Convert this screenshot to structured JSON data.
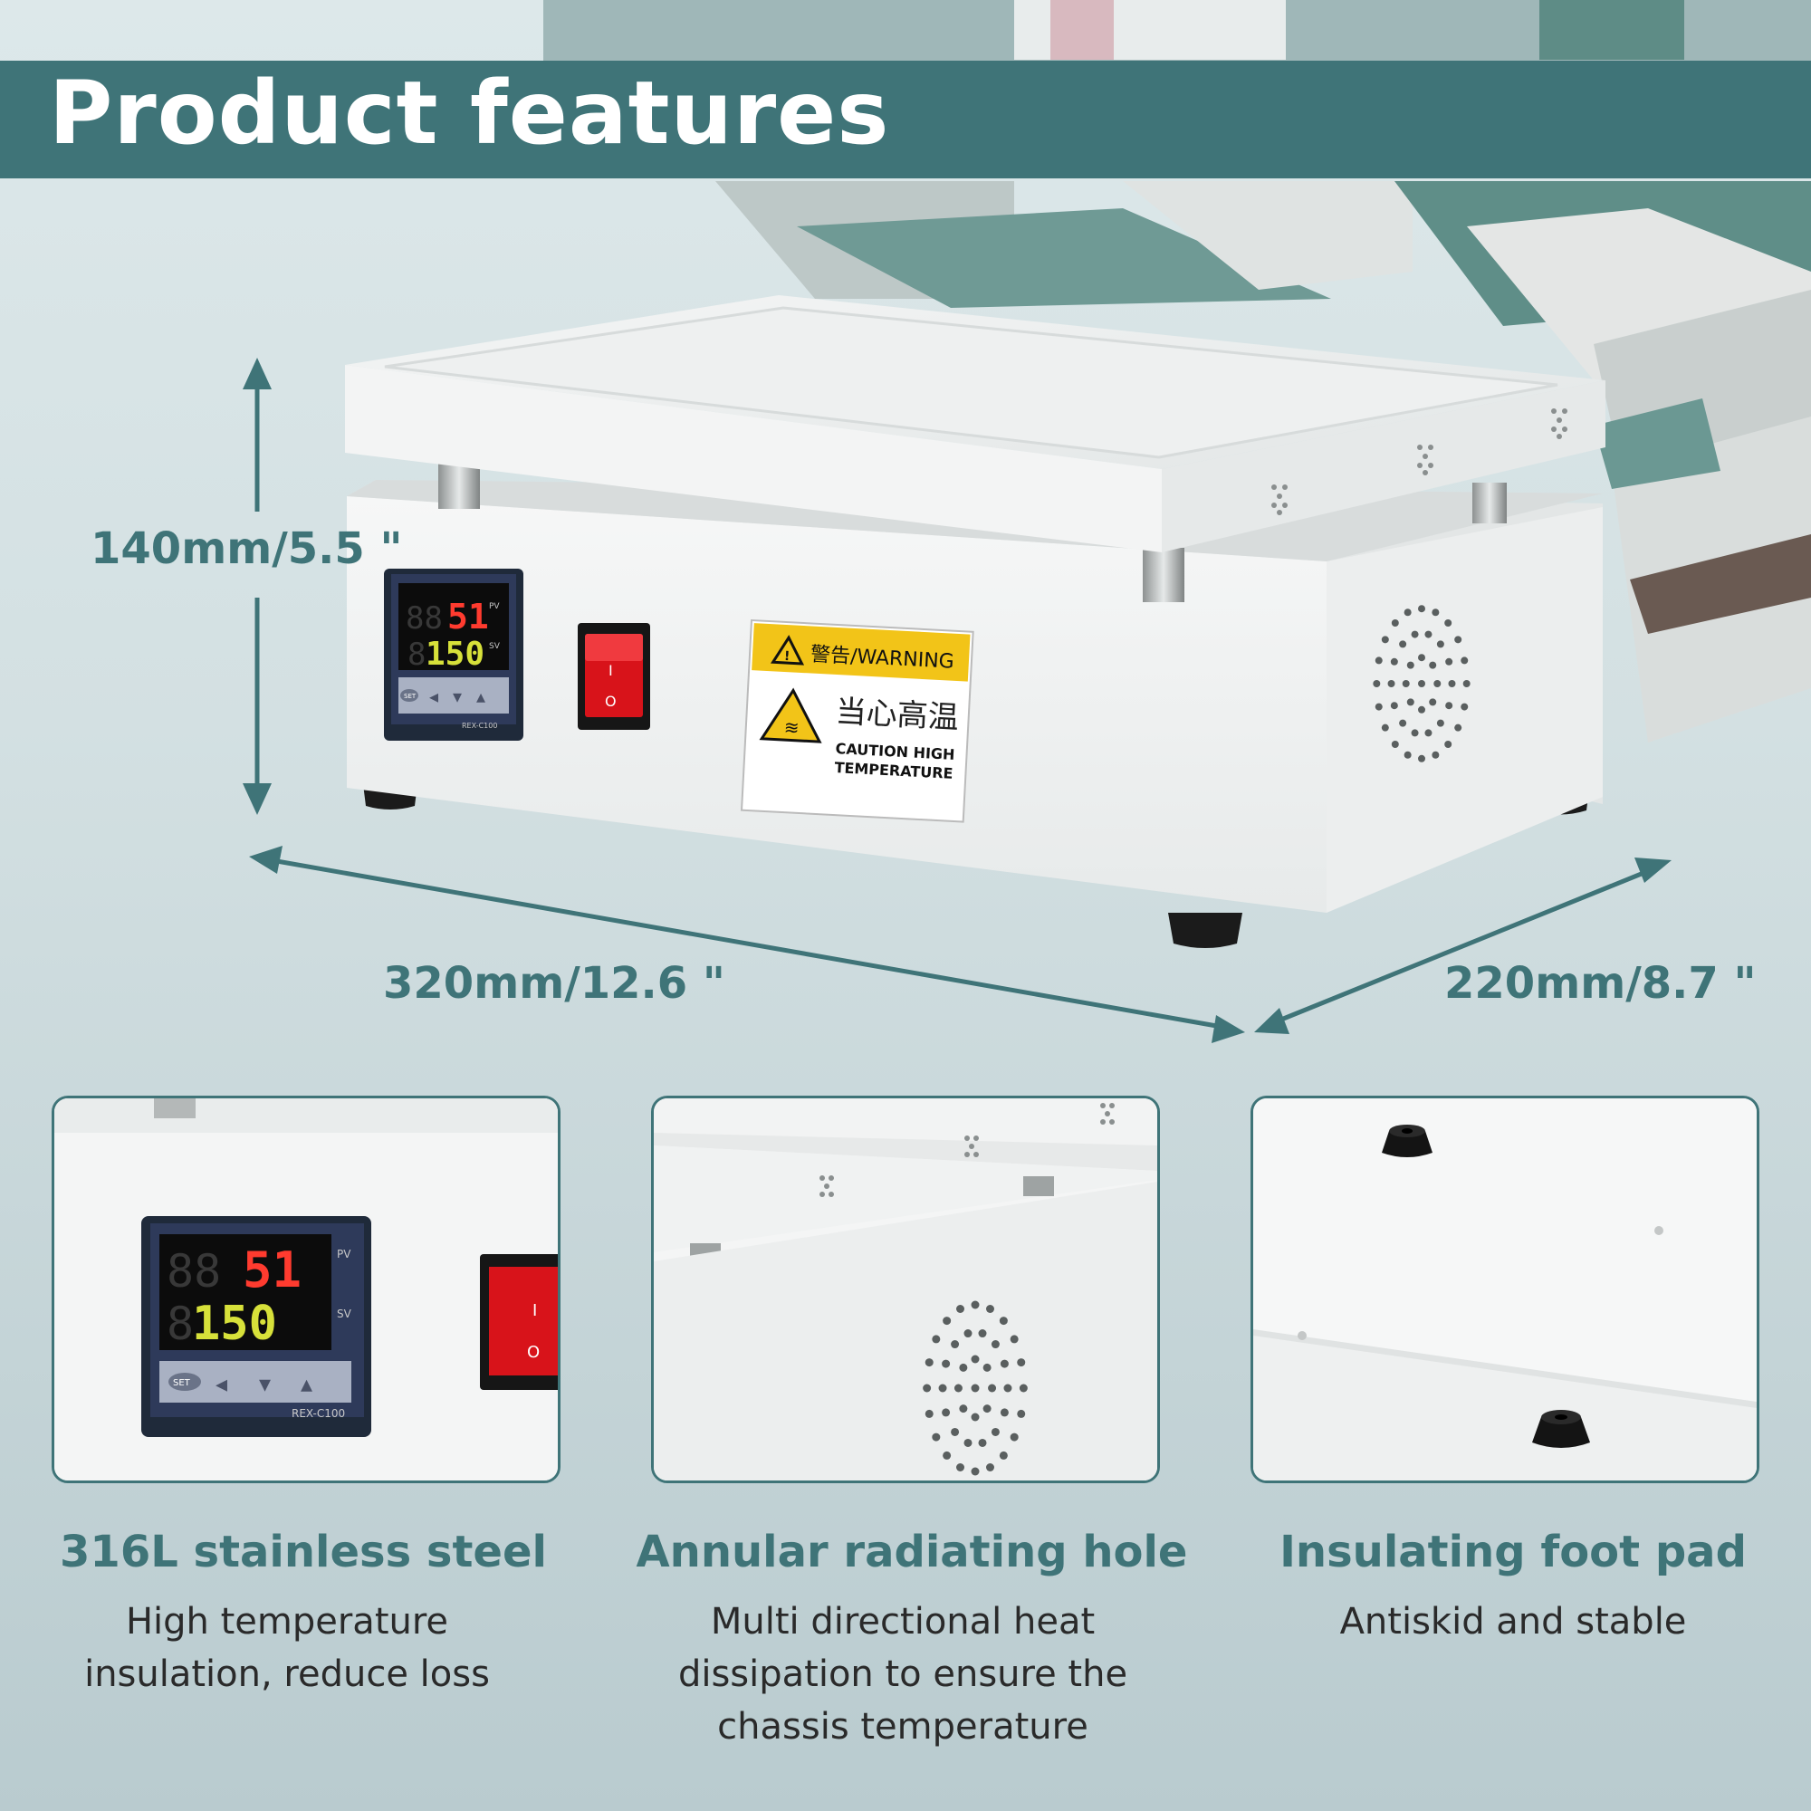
{
  "header": {
    "title": "Product features"
  },
  "dimensions": {
    "height": "140mm/5.5 \"",
    "length": "320mm/12.6 \"",
    "width": "220mm/8.7 \""
  },
  "device": {
    "controller": {
      "pv_value": "51",
      "pv_dim": "88",
      "sv_value": "150",
      "sv_dim": "8",
      "pv_label": "PV",
      "sv_label": "SV",
      "set_label": "SET",
      "model": "REX-C100"
    },
    "switch": {
      "on_mark": "I",
      "off_mark": "O"
    },
    "warning_label": {
      "header": "警告/WARNING",
      "chinese": "当心高温",
      "caution_line1": "CAUTION HIGH",
      "caution_line2": "TEMPERATURE"
    }
  },
  "features": [
    {
      "title": "316L stainless steel",
      "lines": [
        "High temperature",
        "insulation, reduce loss"
      ]
    },
    {
      "title": "Annular radiating hole",
      "lines": [
        "Multi directional heat",
        "dissipation to ensure the",
        "chassis temperature"
      ]
    },
    {
      "title": "Insulating foot pad",
      "lines": [
        "Antiskid and stable"
      ]
    }
  ],
  "colors": {
    "accent": "#3f7478",
    "warning_yellow": "#f2c418",
    "switch_red": "#d8131a",
    "pv_red": "#ff3b2f",
    "sv_yellow": "#d7e13a"
  }
}
